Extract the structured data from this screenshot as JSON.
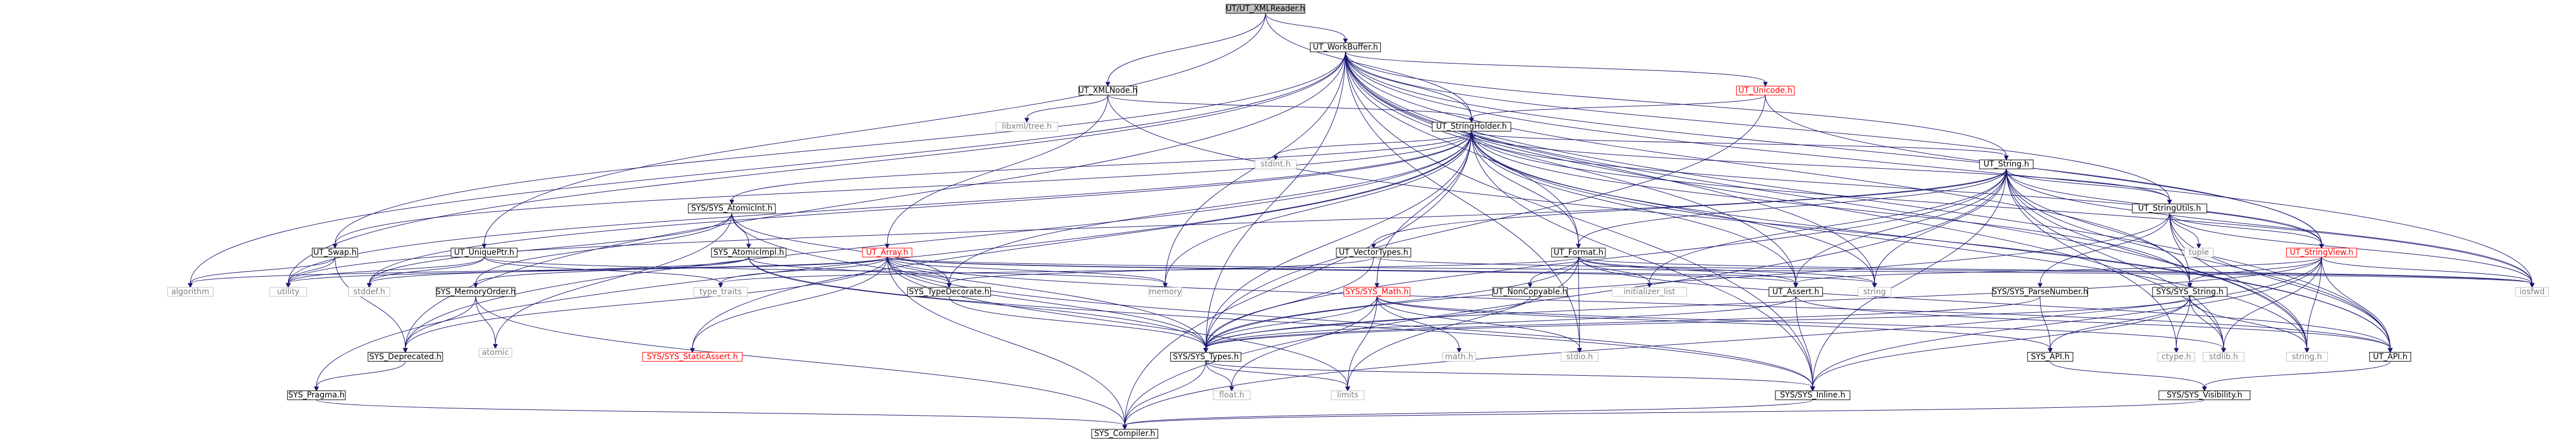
{
  "graph": {
    "root": "UT/UT_XMLReader.h",
    "colors": {
      "edge": "#191970",
      "root_fill": "#bfbfbf",
      "node_fill": "#ffffff",
      "node_stroke": "#000000",
      "external_stroke": "#bfbfbf",
      "external_text": "#808080",
      "truncated_stroke": "#ff0000",
      "truncated_text": "#ff0000"
    },
    "nodes": [
      {
        "id": "root",
        "label": "UT/UT_XMLReader.h",
        "kind": "root"
      },
      {
        "id": "wb",
        "label": "UT_WorkBuffer.h",
        "kind": "normal"
      },
      {
        "id": "xmlnode",
        "label": "UT_XMLNode.h",
        "kind": "normal"
      },
      {
        "id": "unicode",
        "label": "UT_Unicode.h",
        "kind": "truncated"
      },
      {
        "id": "libxml",
        "label": "libxml/tree.h",
        "kind": "external"
      },
      {
        "id": "sh",
        "label": "UT_StringHolder.h",
        "kind": "normal"
      },
      {
        "id": "stdint",
        "label": "stdint.h",
        "kind": "external"
      },
      {
        "id": "utstring",
        "label": "UT_String.h",
        "kind": "normal"
      },
      {
        "id": "atomicint",
        "label": "SYS/SYS_AtomicInt.h",
        "kind": "normal"
      },
      {
        "id": "stringutils",
        "label": "UT_StringUtils.h",
        "kind": "normal"
      },
      {
        "id": "swap",
        "label": "UT_Swap.h",
        "kind": "normal"
      },
      {
        "id": "uniqueptr",
        "label": "UT_UniquePtr.h",
        "kind": "normal"
      },
      {
        "id": "atomicimpl",
        "label": "SYS_AtomicImpl.h",
        "kind": "normal"
      },
      {
        "id": "array",
        "label": "UT_Array.h",
        "kind": "truncated"
      },
      {
        "id": "vectortypes",
        "label": "UT_VectorTypes.h",
        "kind": "normal"
      },
      {
        "id": "format",
        "label": "UT_Format.h",
        "kind": "normal"
      },
      {
        "id": "tuple",
        "label": "tuple",
        "kind": "external"
      },
      {
        "id": "stringview",
        "label": "UT_StringView.h",
        "kind": "truncated"
      },
      {
        "id": "algorithm",
        "label": "algorithm",
        "kind": "external"
      },
      {
        "id": "utility",
        "label": "utility",
        "kind": "external"
      },
      {
        "id": "stddef",
        "label": "stddef.h",
        "kind": "external"
      },
      {
        "id": "memorder",
        "label": "SYS_MemoryOrder.h",
        "kind": "normal"
      },
      {
        "id": "typetraits",
        "label": "type_traits",
        "kind": "external"
      },
      {
        "id": "typedecorate",
        "label": "SYS_TypeDecorate.h",
        "kind": "normal"
      },
      {
        "id": "memory",
        "label": "memory",
        "kind": "external"
      },
      {
        "id": "math",
        "label": "SYS/SYS_Math.h",
        "kind": "truncated"
      },
      {
        "id": "noncopyable",
        "label": "UT_NonCopyable.h",
        "kind": "normal"
      },
      {
        "id": "initlist",
        "label": "initializer_list",
        "kind": "external"
      },
      {
        "id": "utassert",
        "label": "UT_Assert.h",
        "kind": "normal"
      },
      {
        "id": "stringh",
        "label": "string",
        "kind": "external"
      },
      {
        "id": "parsenumber",
        "label": "SYS/SYS_ParseNumber.h",
        "kind": "normal"
      },
      {
        "id": "sysstring",
        "label": "SYS/SYS_String.h",
        "kind": "normal"
      },
      {
        "id": "iosfwd",
        "label": "iosfwd",
        "kind": "external"
      },
      {
        "id": "atomic",
        "label": "atomic",
        "kind": "external"
      },
      {
        "id": "deprecated",
        "label": "SYS_Deprecated.h",
        "kind": "normal"
      },
      {
        "id": "staticassert",
        "label": "SYS/SYS_StaticAssert.h",
        "kind": "truncated"
      },
      {
        "id": "systypes",
        "label": "SYS/SYS_Types.h",
        "kind": "normal"
      },
      {
        "id": "mathh",
        "label": "math.h",
        "kind": "external"
      },
      {
        "id": "stdio",
        "label": "stdio.h",
        "kind": "external"
      },
      {
        "id": "sysapi",
        "label": "SYS_API.h",
        "kind": "normal"
      },
      {
        "id": "stdlib",
        "label": "stdlib.h",
        "kind": "external"
      },
      {
        "id": "ctype",
        "label": "ctype.h",
        "kind": "external"
      },
      {
        "id": "stringdoth",
        "label": "string.h",
        "kind": "external"
      },
      {
        "id": "utapi",
        "label": "UT_API.h",
        "kind": "normal"
      },
      {
        "id": "pragma",
        "label": "SYS_Pragma.h",
        "kind": "normal"
      },
      {
        "id": "floath",
        "label": "float.h",
        "kind": "external"
      },
      {
        "id": "limits",
        "label": "limits",
        "kind": "external"
      },
      {
        "id": "inline",
        "label": "SYS/SYS_Inline.h",
        "kind": "normal"
      },
      {
        "id": "visibility",
        "label": "SYS/SYS_Visibility.h",
        "kind": "normal"
      },
      {
        "id": "compiler",
        "label": "SYS_Compiler.h",
        "kind": "normal"
      }
    ],
    "edges": [
      [
        "root",
        "wb"
      ],
      [
        "root",
        "xmlnode"
      ],
      [
        "root",
        "sh"
      ],
      [
        "root",
        "uniqueptr"
      ],
      [
        "wb",
        "unicode"
      ],
      [
        "wb",
        "sh"
      ],
      [
        "wb",
        "utstring"
      ],
      [
        "wb",
        "stringutils"
      ],
      [
        "wb",
        "stringview"
      ],
      [
        "wb",
        "format"
      ],
      [
        "wb",
        "swap"
      ],
      [
        "wb",
        "utility"
      ],
      [
        "wb",
        "algorithm"
      ],
      [
        "wb",
        "utassert"
      ],
      [
        "wb",
        "stringh"
      ],
      [
        "wb",
        "iosfwd"
      ],
      [
        "wb",
        "deprecated"
      ],
      [
        "wb",
        "systypes"
      ],
      [
        "wb",
        "sysstring"
      ],
      [
        "wb",
        "stdlib"
      ],
      [
        "wb",
        "stringdoth"
      ],
      [
        "wb",
        "utapi"
      ],
      [
        "wb",
        "inline"
      ],
      [
        "wb",
        "stdio"
      ],
      [
        "wb",
        "memory"
      ],
      [
        "xmlnode",
        "libxml"
      ],
      [
        "xmlnode",
        "array"
      ],
      [
        "xmlnode",
        "sh"
      ],
      [
        "xmlnode",
        "utapi"
      ],
      [
        "unicode",
        "sh"
      ],
      [
        "unicode",
        "stringview"
      ],
      [
        "unicode",
        "systypes"
      ],
      [
        "sh",
        "stdint"
      ],
      [
        "sh",
        "utstring"
      ],
      [
        "sh",
        "atomicint"
      ],
      [
        "sh",
        "stringutils"
      ],
      [
        "sh",
        "stringview"
      ],
      [
        "sh",
        "format"
      ],
      [
        "sh",
        "swap"
      ],
      [
        "sh",
        "math"
      ],
      [
        "sh",
        "utassert"
      ],
      [
        "sh",
        "stringh"
      ],
      [
        "sh",
        "iosfwd"
      ],
      [
        "sh",
        "deprecated"
      ],
      [
        "sh",
        "staticassert"
      ],
      [
        "sh",
        "systypes"
      ],
      [
        "sh",
        "sysstring"
      ],
      [
        "sh",
        "stringdoth"
      ],
      [
        "sh",
        "utapi"
      ],
      [
        "sh",
        "inline"
      ],
      [
        "sh",
        "compiler"
      ],
      [
        "sh",
        "pragma"
      ],
      [
        "sh",
        "utility"
      ],
      [
        "sh",
        "typedecorate"
      ],
      [
        "sh",
        "memory"
      ],
      [
        "sh",
        "stddef"
      ],
      [
        "utstring",
        "stringutils"
      ],
      [
        "utstring",
        "stringview"
      ],
      [
        "utstring",
        "vectortypes"
      ],
      [
        "utstring",
        "utassert"
      ],
      [
        "utstring",
        "stringh"
      ],
      [
        "utstring",
        "iosfwd"
      ],
      [
        "utstring",
        "systypes"
      ],
      [
        "utstring",
        "sysstring"
      ],
      [
        "utstring",
        "stdlib"
      ],
      [
        "utstring",
        "ctype"
      ],
      [
        "utstring",
        "stringdoth"
      ],
      [
        "utstring",
        "utapi"
      ],
      [
        "utstring",
        "inline"
      ],
      [
        "utstring",
        "utility"
      ],
      [
        "utstring",
        "compiler"
      ],
      [
        "utstring",
        "initlist"
      ],
      [
        "utstring",
        "format"
      ],
      [
        "atomicint",
        "atomicimpl"
      ],
      [
        "atomicint",
        "memorder"
      ],
      [
        "atomicint",
        "typedecorate"
      ],
      [
        "atomicint",
        "systypes"
      ],
      [
        "atomicint",
        "atomic"
      ],
      [
        "atomicint",
        "stddef"
      ],
      [
        "stringutils",
        "tuple"
      ],
      [
        "stringutils",
        "stringview"
      ],
      [
        "stringutils",
        "parsenumber"
      ],
      [
        "stringutils",
        "sysstring"
      ],
      [
        "stringutils",
        "stringdoth"
      ],
      [
        "stringutils",
        "iosfwd"
      ],
      [
        "stringutils",
        "utapi"
      ],
      [
        "stringutils",
        "systypes"
      ],
      [
        "swap",
        "utility"
      ],
      [
        "swap",
        "deprecated"
      ],
      [
        "swap",
        "algorithm"
      ],
      [
        "uniqueptr",
        "memory"
      ],
      [
        "uniqueptr",
        "stddef"
      ],
      [
        "uniqueptr",
        "typetraits"
      ],
      [
        "uniqueptr",
        "utility"
      ],
      [
        "atomicimpl",
        "memorder"
      ],
      [
        "atomicimpl",
        "typedecorate"
      ],
      [
        "atomicimpl",
        "systypes"
      ],
      [
        "atomicimpl",
        "inline"
      ],
      [
        "atomicimpl",
        "stddef"
      ],
      [
        "array",
        "algorithm"
      ],
      [
        "array",
        "utility"
      ],
      [
        "array",
        "typetraits"
      ],
      [
        "array",
        "typedecorate"
      ],
      [
        "array",
        "utassert"
      ],
      [
        "array",
        "systypes"
      ],
      [
        "array",
        "staticassert"
      ],
      [
        "array",
        "limits"
      ],
      [
        "array",
        "deprecated"
      ],
      [
        "array",
        "compiler"
      ],
      [
        "array",
        "iosfwd"
      ],
      [
        "array",
        "inline"
      ],
      [
        "array",
        "stringh"
      ],
      [
        "array",
        "utapi"
      ],
      [
        "array",
        "memory"
      ],
      [
        "vectortypes",
        "systypes"
      ],
      [
        "vectortypes",
        "typedecorate"
      ],
      [
        "vectortypes",
        "iosfwd"
      ],
      [
        "format",
        "noncopyable"
      ],
      [
        "format",
        "utassert"
      ],
      [
        "format",
        "systypes"
      ],
      [
        "format",
        "initlist"
      ],
      [
        "format",
        "stringh"
      ],
      [
        "format",
        "limits"
      ],
      [
        "format",
        "stdio"
      ],
      [
        "format",
        "typetraits"
      ],
      [
        "format",
        "iosfwd"
      ],
      [
        "format",
        "utapi"
      ],
      [
        "stringview",
        "utassert"
      ],
      [
        "stringview",
        "sysstring"
      ],
      [
        "stringview",
        "stringdoth"
      ],
      [
        "stringview",
        "utapi"
      ],
      [
        "stringview",
        "iosfwd"
      ],
      [
        "stringview",
        "inline"
      ],
      [
        "stringview",
        "compiler"
      ],
      [
        "stringview",
        "systypes"
      ],
      [
        "stringview",
        "stdlib"
      ],
      [
        "memorder",
        "atomic"
      ],
      [
        "memorder",
        "deprecated"
      ],
      [
        "memorder",
        "compiler"
      ],
      [
        "typedecorate",
        "systypes"
      ],
      [
        "math",
        "systypes"
      ],
      [
        "math",
        "mathh"
      ],
      [
        "math",
        "floath"
      ],
      [
        "math",
        "limits"
      ],
      [
        "math",
        "stdio"
      ],
      [
        "math",
        "stdlib"
      ],
      [
        "math",
        "sysapi"
      ],
      [
        "noncopyable",
        "systypes"
      ],
      [
        "utassert",
        "inline"
      ],
      [
        "utassert",
        "utapi"
      ],
      [
        "utassert",
        "systypes"
      ],
      [
        "parsenumber",
        "sysapi"
      ],
      [
        "parsenumber",
        "systypes"
      ],
      [
        "sysstring",
        "stringdoth"
      ],
      [
        "sysstring",
        "stdlib"
      ],
      [
        "sysstring",
        "ctype"
      ],
      [
        "sysstring",
        "sysapi"
      ],
      [
        "sysstring",
        "systypes"
      ],
      [
        "sysstring",
        "inline"
      ],
      [
        "deprecated",
        "pragma"
      ],
      [
        "systypes",
        "floath"
      ],
      [
        "systypes",
        "limits"
      ],
      [
        "systypes",
        "inline"
      ],
      [
        "systypes",
        "compiler"
      ],
      [
        "sysapi",
        "visibility"
      ],
      [
        "utapi",
        "visibility"
      ],
      [
        "pragma",
        "compiler"
      ],
      [
        "inline",
        "compiler"
      ],
      [
        "visibility",
        "compiler"
      ]
    ]
  }
}
